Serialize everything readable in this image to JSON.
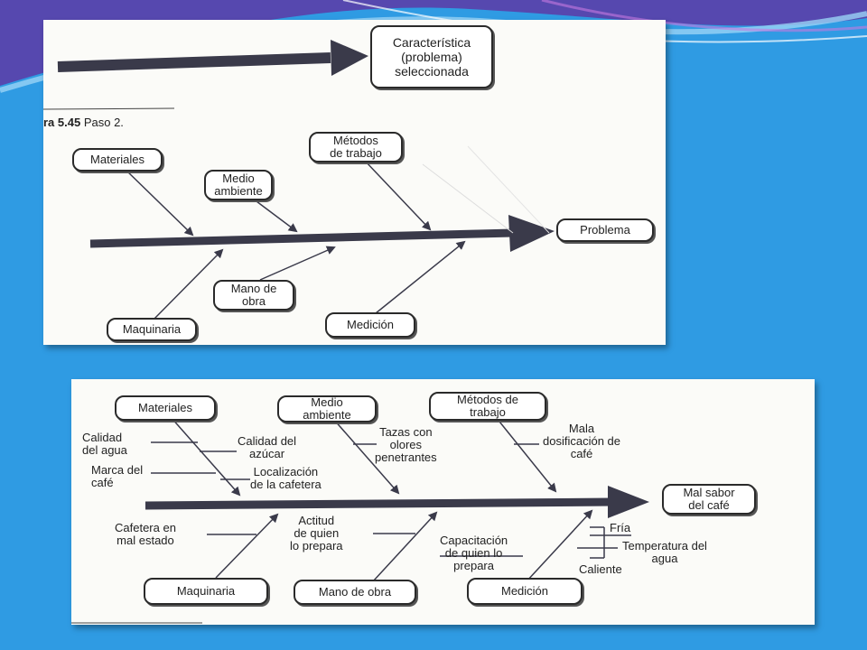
{
  "theme": {
    "background": "#2f9be3",
    "decoration": [
      "#5b3fa8",
      "#9ad3f5",
      "#ffffff"
    ],
    "line": "#3a3a4a"
  },
  "top_diagram": {
    "selected_characteristic": "Característica\n(problema)\nseleccionada",
    "figure_number": "ra 5.45",
    "figure_step": "Paso 2.",
    "head": "Problema",
    "causes": {
      "materiales": "Materiales",
      "medio_ambiente": "Medio\nambiente",
      "metodos": "Métodos\nde trabajo",
      "maquinaria": "Maquinaria",
      "mano_obra": "Mano de\nobra",
      "medicion": "Medición"
    }
  },
  "bottom_diagram": {
    "head": "Mal sabor\ndel café",
    "causes": {
      "materiales": "Materiales",
      "medio_ambiente": "Medio\nambiente",
      "metodos": "Métodos de\ntrabajo",
      "maquinaria": "Maquinaria",
      "mano_obra": "Mano de obra",
      "medicion": "Medición"
    },
    "subcauses": {
      "calidad_agua": "Calidad\ndel agua",
      "marca_cafe": "Marca del\ncafé",
      "calidad_azucar": "Calidad del\nazúcar",
      "localizacion": "Localización\nde la cafetera",
      "tazas": "Tazas con\nolores\npenetrantes",
      "mala_dosificacion": "Mala\ndosificación de\ncafé",
      "cafetera_mal_estado": "Cafetera en\nmal estado",
      "actitud": "Actitud\nde quien\nlo prepara",
      "capacitacion": "Capacitación\nde quien lo\nprepara",
      "fria": "Fría",
      "temperatura": "Temperatura del\nagua",
      "caliente": "Caliente"
    }
  }
}
